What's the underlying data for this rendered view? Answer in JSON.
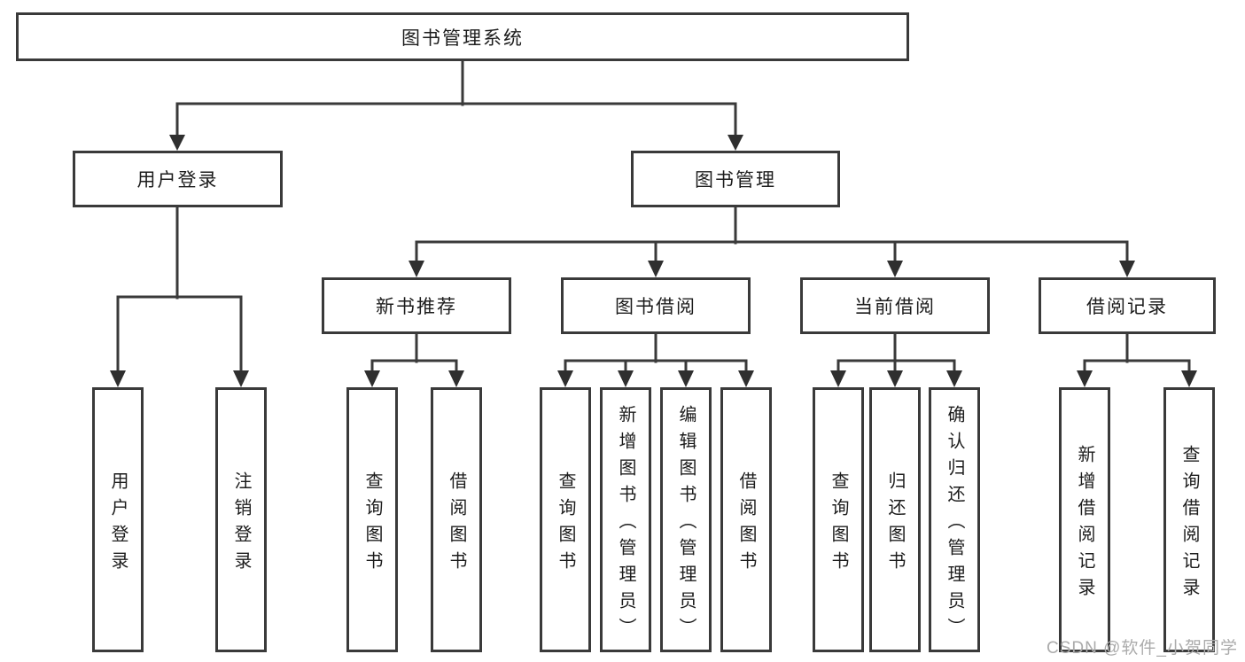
{
  "tree": {
    "label": "图书管理系统",
    "children": [
      {
        "label": "用户登录",
        "children": [
          {
            "label": "用户登录"
          },
          {
            "label": "注销登录"
          }
        ]
      },
      {
        "label": "图书管理",
        "children": [
          {
            "label": "新书推荐",
            "children": [
              {
                "label": "查询图书"
              },
              {
                "label": "借阅图书"
              }
            ]
          },
          {
            "label": "图书借阅",
            "children": [
              {
                "label": "查询图书"
              },
              {
                "label": "新增图书（管理员）"
              },
              {
                "label": "编辑图书（管理员）"
              },
              {
                "label": "借阅图书"
              }
            ]
          },
          {
            "label": "当前借阅",
            "children": [
              {
                "label": "查询图书"
              },
              {
                "label": "归还图书"
              },
              {
                "label": "确认归还（管理员）"
              }
            ]
          },
          {
            "label": "借阅记录",
            "children": [
              {
                "label": "新增借阅记录"
              },
              {
                "label": "查询借阅记录"
              }
            ]
          }
        ]
      }
    ]
  },
  "watermark": {
    "text": "CSDN @软件_小贺同学"
  },
  "colors": {
    "line": "#3a3a3a",
    "box_border": "#3a3a3a",
    "box_fill": "#ffffff",
    "text": "#1c1c1c",
    "watermark": "#ababab",
    "background": "#ffffff"
  }
}
